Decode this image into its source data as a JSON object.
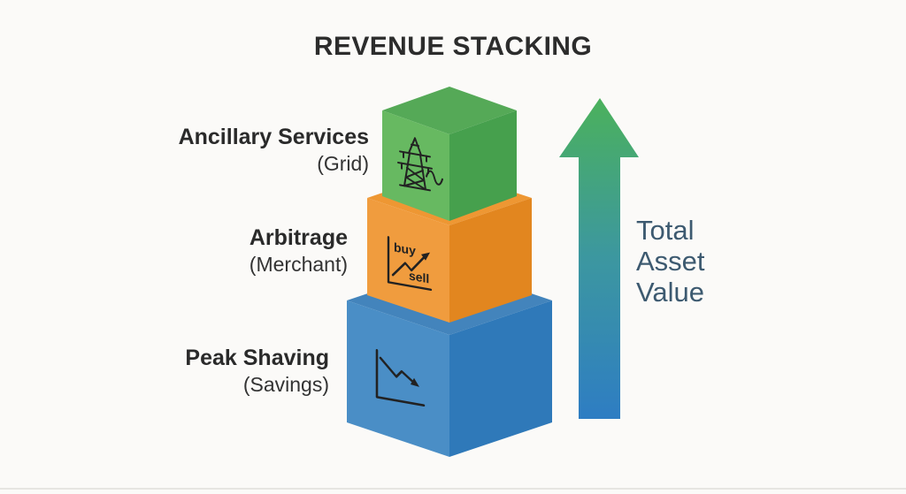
{
  "title": "REVENUE STACKING",
  "layers": [
    {
      "label": "Ancillary Services",
      "sublabel": "(Grid)",
      "icon": "transmission-tower-icon",
      "color_top": "#55a957",
      "color_left": "#67b961",
      "color_right": "#46a04d"
    },
    {
      "label": "Arbitrage",
      "sublabel": "(Merchant)",
      "icon": "buy-sell-chart-icon",
      "color_top": "#ee9733",
      "color_left": "#f09c3e",
      "color_right": "#e2861f"
    },
    {
      "label": "Peak Shaving",
      "sublabel": "(Savings)",
      "icon": "declining-chart-icon",
      "color_top": "#4384bc",
      "color_left": "#4a8ec6",
      "color_right": "#2f79b9"
    }
  ],
  "buy_sell_icon": {
    "buy": "buy",
    "sell": "sell"
  },
  "arrow": {
    "label_lines": [
      "Total",
      "Asset",
      "Value"
    ],
    "label_color": "#3d5a70",
    "gradient_top": "#4bb15c",
    "gradient_mid": "#3c97a0",
    "gradient_bottom": "#2e7dc3"
  },
  "colors": {
    "background": "#fbfaf8",
    "title_text": "#2c2c2c",
    "label_text": "#2a2a2a",
    "icon_stroke": "#222222",
    "bottom_divider": "#e6e5e2"
  }
}
